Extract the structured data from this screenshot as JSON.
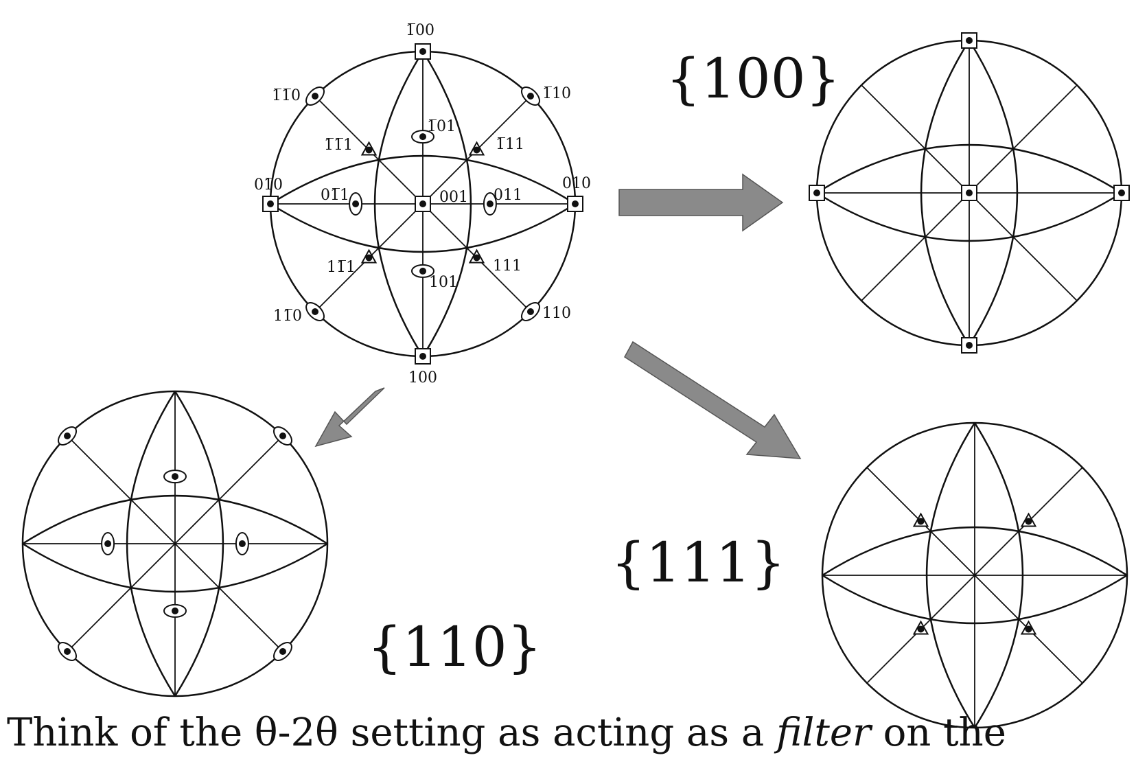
{
  "main_projection": {
    "labels": {
      "top": "1̅00",
      "bottom": "100",
      "left": "01̅0",
      "right": "010",
      "center": "001",
      "ul_outer": "1̅1̅0",
      "ur_outer": "1̅10",
      "ll_outer": "11̅0",
      "lr_outer": "110",
      "ul_inner": "1̅1̅1",
      "ur_inner": "1̅11",
      "ll_inner": "11̅1",
      "lr_inner": "111",
      "upper_mid": "1̅01",
      "lower_mid": "101",
      "left_mid": "01̅1",
      "right_mid": "011"
    }
  },
  "filters": {
    "f100": "{100}",
    "f110": "{110}",
    "f111": "{111}"
  },
  "caption": {
    "before": "Think of the θ-2θ setting as acting as a ",
    "emphasis": "filter",
    "after": " on the"
  },
  "colors": {
    "arrow": "#8a8a8a",
    "line": "#111111"
  }
}
